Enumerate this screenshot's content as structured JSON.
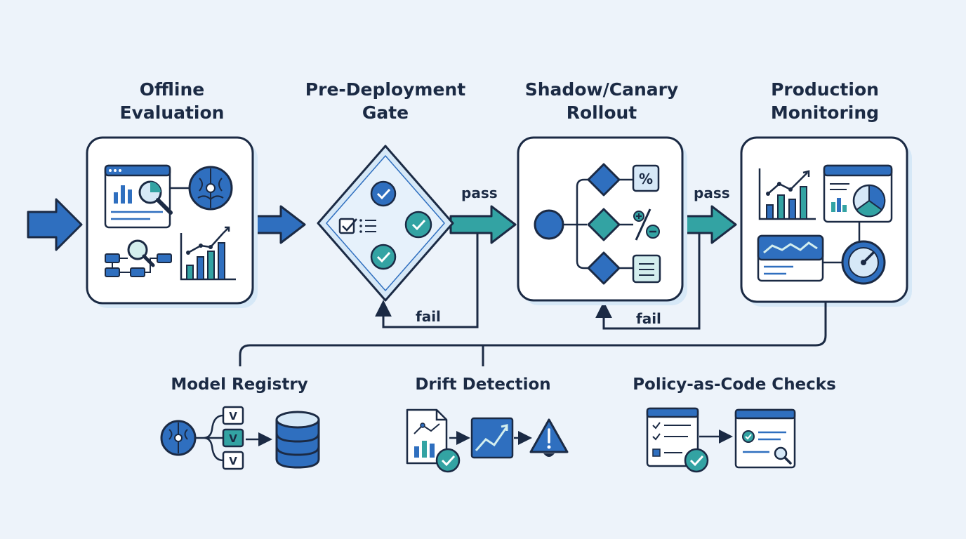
{
  "stages": [
    {
      "title": "Offline\nEvaluation"
    },
    {
      "title": "Pre-Deployment\nGate"
    },
    {
      "title": "Shadow/Canary\nRollout"
    },
    {
      "title": "Production\nMonitoring"
    }
  ],
  "flow_labels": {
    "pass_1": "pass",
    "pass_2": "pass",
    "fail_1": "fail",
    "fail_2": "fail"
  },
  "bottom_items": [
    {
      "title": "Model Registry",
      "version_label": "V"
    },
    {
      "title": "Drift Detection"
    },
    {
      "title": "Policy-as-Code Checks"
    }
  ],
  "icons": {
    "canary_percent": "%"
  },
  "colors": {
    "background": "#edf3fa",
    "dark_outline": "#1b2a44",
    "blue": "#2f6fbf",
    "teal": "#33a3a3",
    "light_blue": "#d6e8f7",
    "light_teal": "#d3eeee"
  }
}
